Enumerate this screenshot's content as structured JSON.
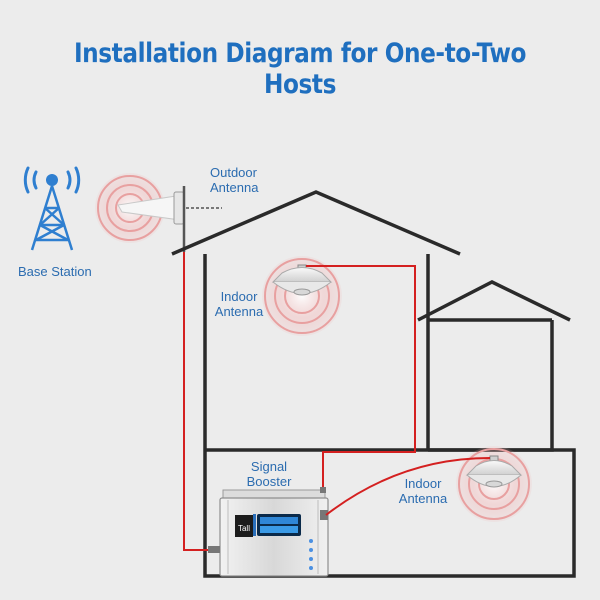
{
  "title": "Installation Diagram for One-to-Two Hosts",
  "labels": {
    "outdoor_antenna": [
      "Outdoor",
      "Antenna"
    ],
    "base_station": "Base Station",
    "indoor_antenna_upper": [
      "Indoor",
      "Antenna"
    ],
    "signal_booster": [
      "Signal",
      "Booster"
    ],
    "indoor_antenna_lower": [
      "Indoor",
      "Antenna"
    ]
  },
  "booster_panel_text": "Tall",
  "colors": {
    "title": "#1f6fbf",
    "label": "#2b6cb0",
    "cable": "#d42020",
    "house_outline": "#2a2a2a",
    "tower": "#2f7fd0",
    "signal_ring": "#e8a0a0",
    "background": "#ececec"
  }
}
